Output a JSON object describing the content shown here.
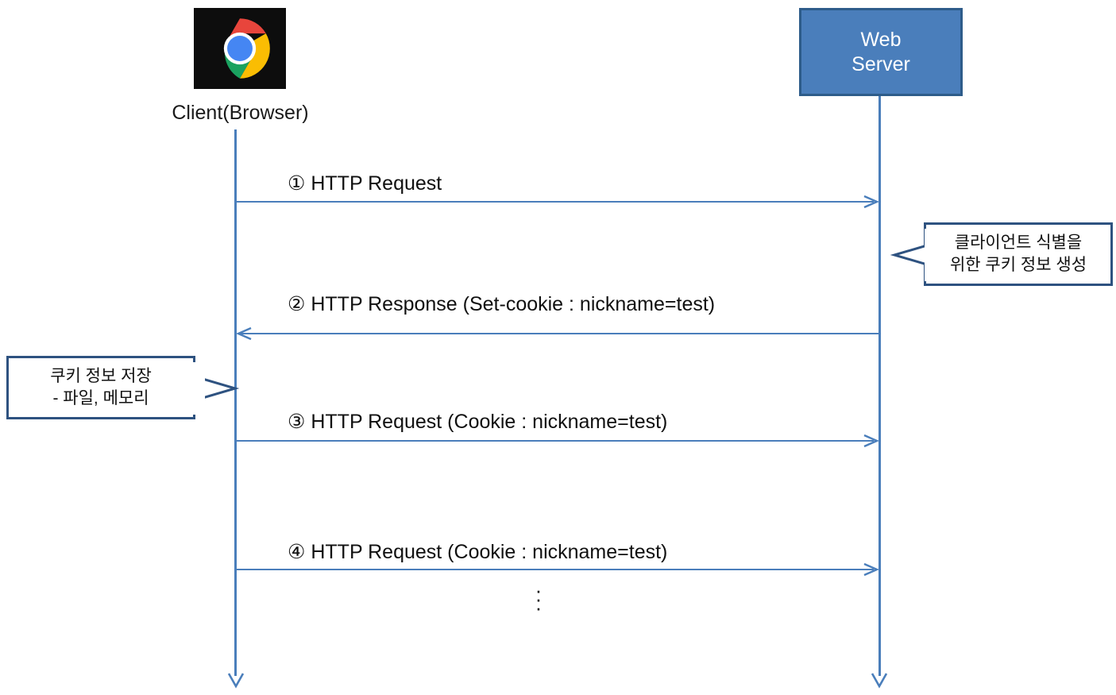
{
  "diagram": {
    "title": "HTTP Cookie Sequence Diagram",
    "colors": {
      "lifeline": "#4a7ebb",
      "server_fill": "#4a7ebb",
      "server_border": "#2e5c8a",
      "callout_border": "#2e5280",
      "text": "#101010",
      "icon_background": "#0d0d0d"
    }
  },
  "actors": {
    "client": {
      "label": "Client(Browser)",
      "icon": "chrome-logo-icon"
    },
    "server": {
      "line1": "Web",
      "line2": "Server"
    }
  },
  "messages": [
    {
      "id": "msg-1",
      "label": "① HTTP Request",
      "direction": "right"
    },
    {
      "id": "msg-2",
      "label": "② HTTP Response (Set-cookie : nickname=test)",
      "direction": "left"
    },
    {
      "id": "msg-3",
      "label": "③ HTTP Request (Cookie : nickname=test)",
      "direction": "right"
    },
    {
      "id": "msg-4",
      "label": "④ HTTP Request (Cookie : nickname=test)",
      "direction": "right"
    }
  ],
  "callouts": {
    "server_note": {
      "line1": "클라이언트 식별을",
      "line2": "위한 쿠키 정보 생성"
    },
    "client_note": {
      "line1": "쿠키 정보 저장",
      "line2": "- 파일, 메모리"
    }
  },
  "continuation": {
    "symbol": "⋮",
    "dots": [
      "·",
      "·",
      "·"
    ]
  }
}
